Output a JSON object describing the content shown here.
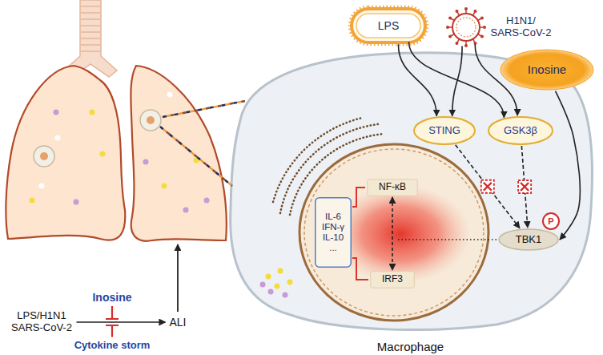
{
  "diagram": {
    "nodes": [
      {
        "text": [
          "LPS"
        ]
      },
      {
        "text": [
          "H1N1/ SARS-CoV-2"
        ]
      },
      {
        "text": [
          "Macrophage"
        ]
      },
      {
        "text": [
          "STING"
        ],
        "in": 2
      },
      {
        "text": [
          "GSK3β"
        ],
        "in": 2
      },
      {
        "text": [
          "Inosine"
        ]
      },
      {
        "text": [
          "NF-κB"
        ],
        "in": 2
      },
      {
        "text": [
          "IL-6 IFN-γ IL-10 ..."
        ],
        "in": 2
      },
      {
        "text": [
          "IRF3"
        ],
        "in": 2
      },
      {
        "text": [
          "TBK1"
        ],
        "in": 2
      },
      {
        "text": [
          "P"
        ],
        "in": 2
      },
      {
        "text": [
          "LPS/H1N1 SARS-CoV-2"
        ]
      },
      {
        "text": [
          "ALI"
        ]
      },
      {
        "text": [
          "Inosine"
        ]
      },
      {
        "text": [
          "Cytokine storm"
        ]
      }
    ],
    "edges": [
      {
        "from": 0,
        "to": 3,
        "arrow": "to"
      },
      {
        "from": 0,
        "to": 4,
        "arrow": "to"
      },
      {
        "from": 1,
        "to": 3,
        "arrow": "to"
      },
      {
        "from": 1,
        "to": 4,
        "arrow": "to"
      },
      {
        "from": 3,
        "to": 9,
        "arrow": "to"
      },
      {
        "from": 4,
        "to": 9,
        "arrow": "to"
      },
      {
        "from": 5,
        "to": 9,
        "arrow": "to"
      },
      {
        "from": 6,
        "to": 8,
        "arrow": "both"
      },
      {
        "from": 11,
        "to": 12,
        "arrow": "to"
      }
    ]
  }
}
